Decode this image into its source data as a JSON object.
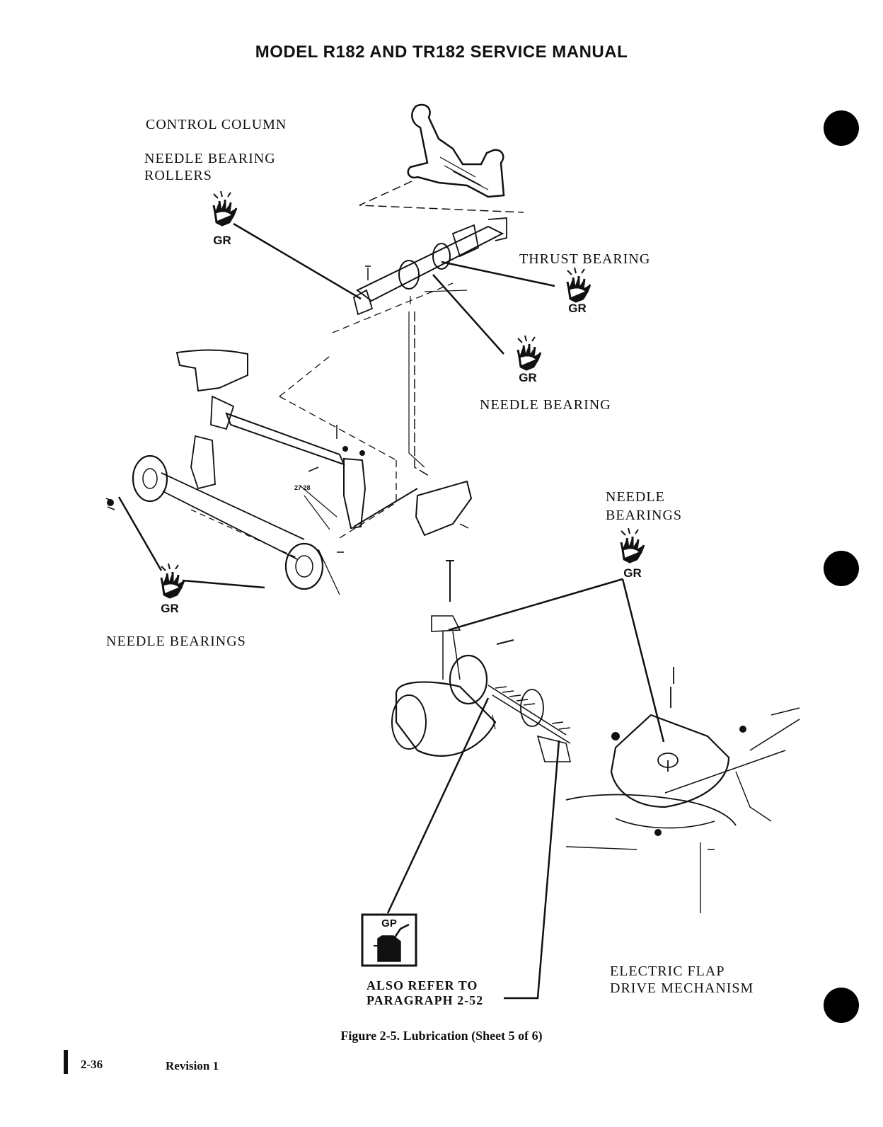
{
  "header": {
    "title": "MODEL R182 AND TR182 SERVICE MANUAL"
  },
  "labels": {
    "control_column": "CONTROL COLUMN",
    "needle_bearing_rollers": [
      "NEEDLE BEARING",
      "ROLLERS"
    ],
    "thrust_bearing": "THRUST BEARING",
    "needle_bearing": "NEEDLE BEARING",
    "needle_bearings_right": [
      "NEEDLE",
      "BEARINGS"
    ],
    "needle_bearings_left": "NEEDLE BEARINGS",
    "electric_flap": [
      "ELECTRIC FLAP",
      "DRIVE MECHANISM"
    ],
    "also_refer": [
      "ALSO REFER TO",
      "PARAGRAPH 2-52"
    ],
    "gr": "GR",
    "gp": "GP",
    "part_numbers": "27 28"
  },
  "caption": "Figure 2-5. Lubrication (Sheet 5 of 6)",
  "footer": {
    "page_number": "2-36",
    "revision": "Revision 1"
  }
}
